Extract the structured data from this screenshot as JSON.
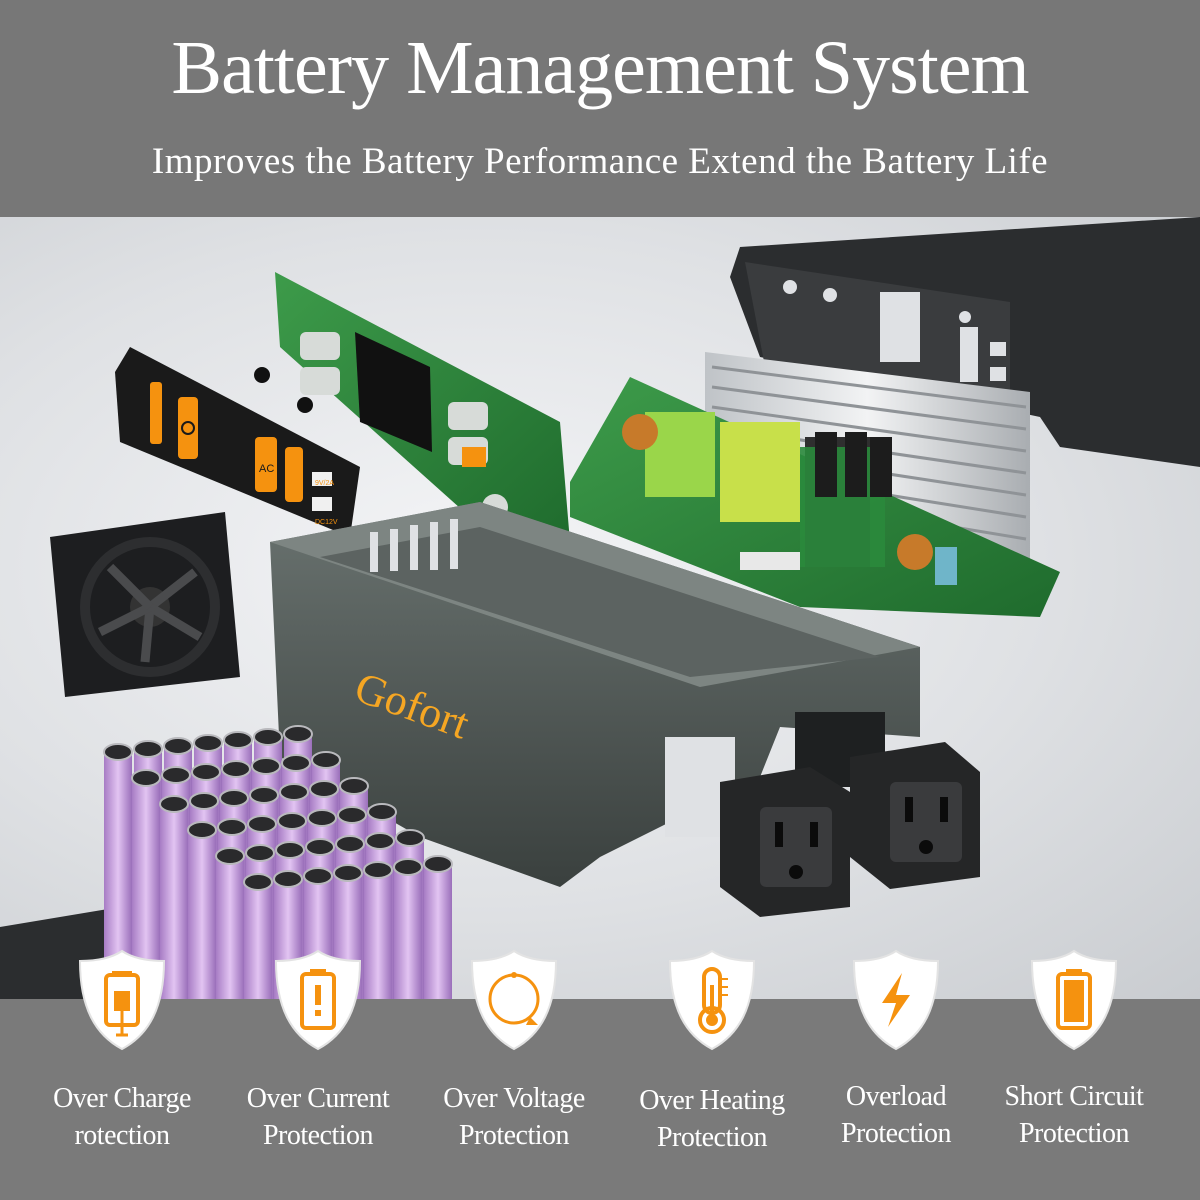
{
  "header": {
    "title": "Battery Management System",
    "subtitle": "Improves the Battery Performance Extend the Battery Life"
  },
  "product": {
    "brand_mark": "Gofort",
    "panel_labels": [
      "AC",
      "9V/2A",
      "DC12V"
    ]
  },
  "features": [
    {
      "icon": "battery-plug-icon",
      "line1": "Over Charge",
      "line2": "rotection"
    },
    {
      "icon": "battery-alert-icon",
      "line1": "Over Current",
      "line2": "Protection"
    },
    {
      "icon": "cycle-arrow-icon",
      "line1": "Over Voltage",
      "line2": "Protection"
    },
    {
      "icon": "thermometer-icon",
      "line1": "Over Heating",
      "line2": "Protection"
    },
    {
      "icon": "lightning-icon",
      "line1": "Overload",
      "line2": "Protection"
    },
    {
      "icon": "battery-full-icon",
      "line1": "Short Circuit",
      "line2": "Protection"
    }
  ],
  "colors": {
    "header_bg": "#777777",
    "footer_bg": "#7a7a7a",
    "accent_orange": "#f5920f",
    "battery_cell": "#c99be0",
    "board_green": "#2f8a3e"
  }
}
